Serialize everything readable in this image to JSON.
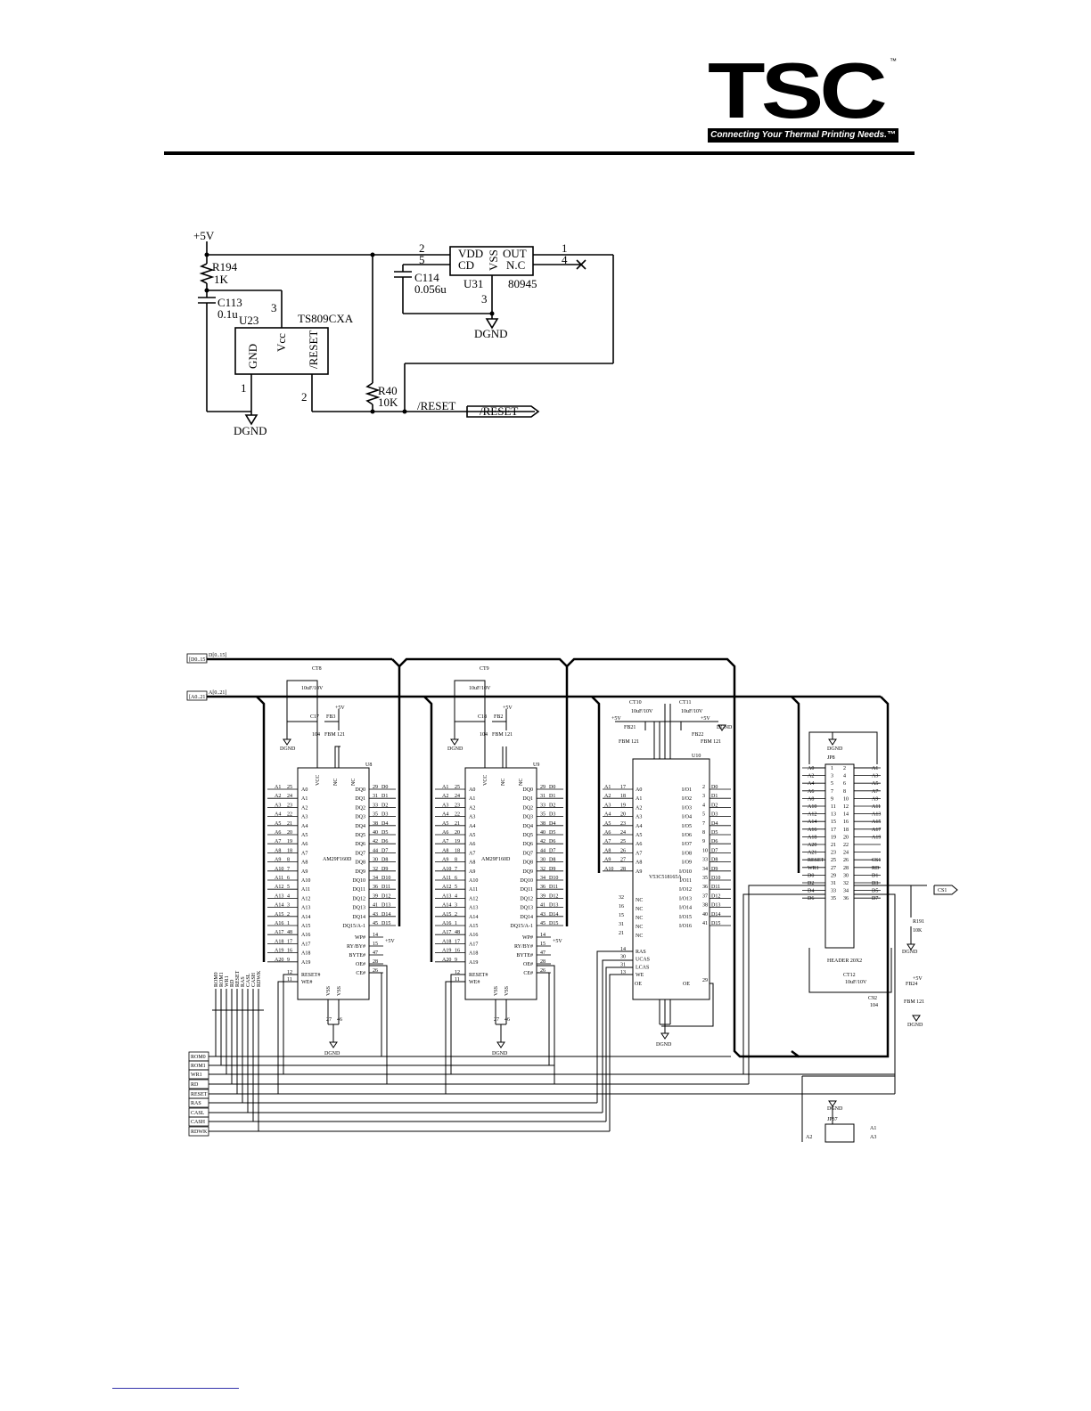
{
  "brand": {
    "name": "TSC",
    "trademark": "™",
    "tagline": "Connecting Your Thermal Printing Needs.™"
  },
  "reset_circuit": {
    "supply": "+5V",
    "r194": {
      "ref": "R194",
      "value": "1K"
    },
    "c113": {
      "ref": "C113",
      "value": "0.1u"
    },
    "u23": {
      "ref": "U23",
      "part": "TS809CXA",
      "pin_gnd": "GND",
      "pin_vcc": "Vcc",
      "pin_reset": "/RESET",
      "pin1": "1",
      "pin2": "2",
      "pin3": "3"
    },
    "u31": {
      "ref": "U31",
      "part": "80945",
      "pin_vdd": "VDD",
      "pin_cd": "CD",
      "pin_vss": "VSS",
      "pin_out": "OUT",
      "pin_nc": "N.C",
      "pin1": "1",
      "pin2": "2",
      "pin3": "3",
      "pin4": "4",
      "pin5": "5"
    },
    "c114": {
      "ref": "C114",
      "value": "0.056u"
    },
    "r40": {
      "ref": "R40",
      "value": "10K"
    },
    "ground": "DGND",
    "net_reset": "/RESET",
    "port_reset": "/RESET"
  },
  "memory_circuit": {
    "bus_d": "[D0..15]",
    "bus_d_label": "D[0..15]",
    "bus_a": "[A0..21]",
    "bus_a_label": "A[0..21]",
    "u8": {
      "ref": "U8",
      "part": "AM29F160D",
      "cap_ref": "CT8",
      "cap_val": "10uF/10V",
      "cap2_ref": "C17",
      "cap2_val": "104",
      "fb_ref": "FB3",
      "fb_val": "FBM 121"
    },
    "u9": {
      "ref": "U9",
      "part": "AM29F160D",
      "cap_ref": "CT9",
      "cap_val": "10uF/10V",
      "cap2_ref": "C18",
      "cap2_val": "104",
      "fb_ref": "FB2",
      "fb_val": "FBM 121"
    },
    "u10": {
      "ref": "U10",
      "part": "V53C518165A",
      "cap_ref": "CT10",
      "cap_val": "10uF/10V",
      "cap2_ref": "CT11",
      "cap2_val": "10uF/10V",
      "fb_ref": "FB21",
      "fb_val": "FBM 121",
      "fb2_ref": "FB22",
      "fb2_val": "FBM 121"
    },
    "jp8": {
      "ref": "JP8",
      "part": "HEADER 20X2",
      "cap_ref": "CT12",
      "cap_val": "10uF/10V",
      "cap2_ref": "C92",
      "cap2_val": "104",
      "fb_ref": "FB24",
      "fb_val": "FBM 121",
      "res_ref": "R191",
      "res_val": "10K"
    },
    "jp37": {
      "ref": "JP37"
    },
    "supply": "+5V",
    "ground": "DGND",
    "port_cs1": "CS1",
    "control_ports": [
      "ROM0",
      "ROM1",
      "WR1",
      "RD",
      "RESET",
      "RAS",
      "CASL",
      "CASH",
      "RDWK"
    ],
    "flash_addr_labels": [
      "A1",
      "A2",
      "A3",
      "A4",
      "A5",
      "A6",
      "A7",
      "A8",
      "A9",
      "A10",
      "A11",
      "A12",
      "A13",
      "A14",
      "A15",
      "A16",
      "A17",
      "A18",
      "A19",
      "A20"
    ],
    "flash_addr_pins": [
      "25",
      "24",
      "23",
      "22",
      "21",
      "20",
      "19",
      "18",
      "8",
      "7",
      "6",
      "5",
      "4",
      "3",
      "2",
      "1",
      "48",
      "17",
      "16",
      "9"
    ],
    "flash_addr_pins_inner": [
      "A0",
      "A1",
      "A2",
      "A3",
      "A4",
      "A5",
      "A6",
      "A7",
      "A8",
      "A9",
      "A10",
      "A11",
      "A12",
      "A13",
      "A14",
      "A15",
      "A16",
      "A17",
      "A18",
      "A19"
    ],
    "flash_data_pins_inner": [
      "DQ0",
      "DQ1",
      "DQ2",
      "DQ3",
      "DQ4",
      "DQ5",
      "DQ6",
      "DQ7",
      "DQ8",
      "DQ9",
      "DQ10",
      "DQ11",
      "DQ12",
      "DQ13",
      "DQ14",
      "DQ15/A-1"
    ],
    "flash_data_pin_no": [
      "29",
      "31",
      "33",
      "35",
      "38",
      "40",
      "42",
      "44",
      "30",
      "32",
      "34",
      "36",
      "39",
      "41",
      "43",
      "45"
    ],
    "flash_data_labels": [
      "D0",
      "D1",
      "D2",
      "D3",
      "D4",
      "D5",
      "D6",
      "D7",
      "D8",
      "D9",
      "D10",
      "D11",
      "D12",
      "D13",
      "D14",
      "D15"
    ],
    "flash_ctrl_inner": [
      "WP#",
      "RY/BY#",
      "BYTE#",
      "OE#",
      "CE#"
    ],
    "flash_ctrl_pins": [
      "14",
      "15",
      "47",
      "28",
      "26"
    ],
    "flash_left_ctrl": [
      "RESET#",
      "WE#"
    ],
    "flash_left_ctrl_pins": [
      "12",
      "11"
    ],
    "flash_top_pins": [
      "VCC",
      "NC",
      "NC"
    ],
    "flash_bottom_pins": [
      "VSS",
      "VSS"
    ],
    "flash_bottom_no": [
      "27",
      "46"
    ],
    "dram_addr_labels": [
      "A1",
      "A2",
      "A3",
      "A4",
      "A5",
      "A6",
      "A7",
      "A8",
      "A9",
      "A10"
    ],
    "dram_addr_pins": [
      "17",
      "18",
      "19",
      "20",
      "23",
      "24",
      "25",
      "26",
      "27",
      "28"
    ],
    "dram_addr_inner": [
      "A0",
      "A1",
      "A2",
      "A3",
      "A4",
      "A5",
      "A6",
      "A7",
      "A8",
      "A9"
    ],
    "dram_data_inner": [
      "I/O1",
      "I/O2",
      "I/O3",
      "I/O4",
      "I/O5",
      "I/O6",
      "I/O7",
      "I/O8",
      "I/O9",
      "I/O10",
      "I/O11",
      "I/O12",
      "I/O13",
      "I/O14",
      "I/O15",
      "I/O16"
    ],
    "dram_data_pins": [
      "2",
      "3",
      "4",
      "5",
      "7",
      "8",
      "9",
      "10",
      "33",
      "34",
      "35",
      "36",
      "37",
      "38",
      "40",
      "41"
    ],
    "dram_data_labels": [
      "D0",
      "D1",
      "D2",
      "D3",
      "D4",
      "D5",
      "D6",
      "D7",
      "D8",
      "D9",
      "D10",
      "D11",
      "D12",
      "D13",
      "D14",
      "D15"
    ],
    "dram_nc_pins": [
      "32",
      "16",
      "15",
      "31",
      "21"
    ],
    "dram_ctrl_inner": [
      "RAS",
      "UCAS",
      "LCAS",
      "WE"
    ],
    "dram_ctrl_pins": [
      "14",
      "30",
      "31",
      "13"
    ],
    "dram_oe": "OE",
    "dram_oe_pin": "29",
    "header_left_labels": [
      "A0",
      "A2",
      "A4",
      "A6",
      "A8",
      "A10",
      "A12",
      "A14",
      "A16",
      "A18",
      "A20",
      "A21",
      "RESET",
      "WR1",
      "D0",
      "D2",
      "D4",
      "D6"
    ],
    "header_right_labels": [
      "A1",
      "A3",
      "A5",
      "A7",
      "A9",
      "A11",
      "A13",
      "A15",
      "A17",
      "A19",
      "",
      "",
      "CS1",
      "RD",
      "D1",
      "D3",
      "D5",
      "D7"
    ],
    "jp37_labels": [
      "DGND",
      "A2",
      "A1",
      "A3"
    ]
  }
}
